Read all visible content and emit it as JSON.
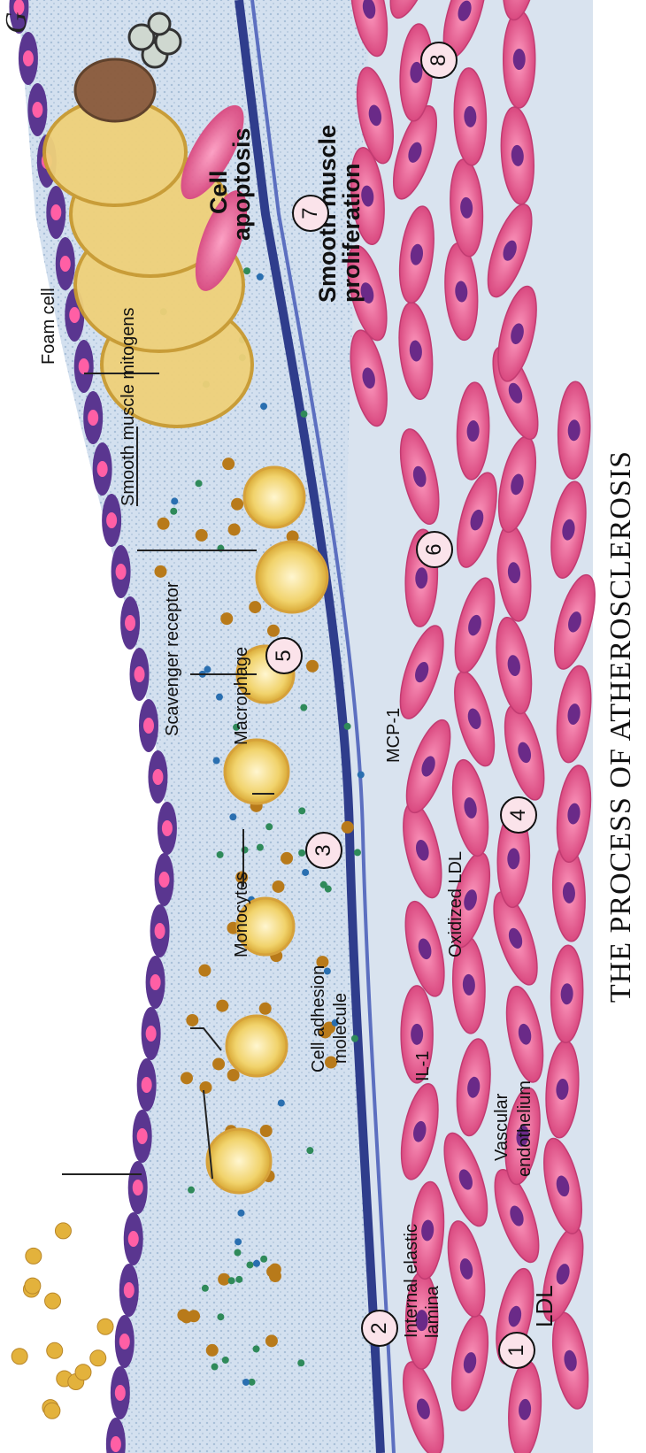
{
  "caption": "THE PROCESS OF ATHEROSCLEROSIS",
  "corner_mark": "G",
  "steps": [
    "1",
    "2",
    "3",
    "4",
    "5",
    "6",
    "7",
    "8"
  ],
  "labels": {
    "ldl": "LDL",
    "vascular_endothelium_1": "Vascular",
    "vascular_endothelium_2": "endothelium",
    "internal_elastic_1": "Internal elastic",
    "internal_elastic_2": "lamina",
    "il1": "IL-1",
    "cell_adhesion_1": "Cell adhesion",
    "cell_adhesion_2": "molecule",
    "oxidized_ldl": "Oxidized LDL",
    "monocytes": "Monocytes",
    "macrophage": "Macrophage",
    "mcp1": "MCP-1",
    "scavenger_receptor": "Scavenger receptor",
    "smooth_muscle_mitogens": "Smooth muscle mitogens",
    "foam_cell": "Foam cell",
    "cell_apoptosis_1": "Cell",
    "cell_apoptosis_2": "apoptosis",
    "smooth_muscle_proliferation_1": "Smooth muscle",
    "smooth_muscle_proliferation_2": "proliferation"
  },
  "colors": {
    "smooth_muscle_cell": "#e8649a",
    "nucleus": "#6a2a88",
    "endothelium": "#5a3690",
    "elastic_lamina": "#2f3d8c",
    "intima_matrix": "#c9d8ea",
    "ldl_particle": "#e3b23c",
    "oxidized_ldl": "#b87a1a",
    "chemokine": "#2f8a5a",
    "foam_cell": "#e9c75a"
  }
}
